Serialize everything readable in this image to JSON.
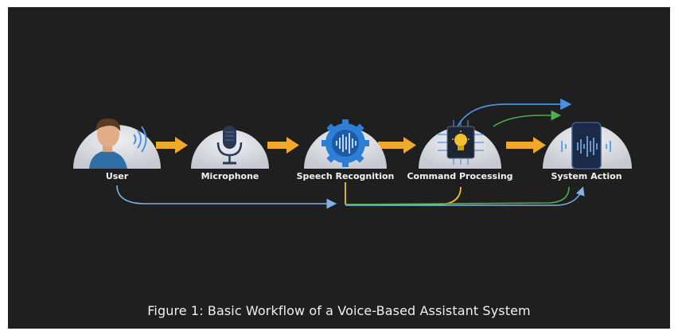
{
  "nodes": [
    {
      "id": "user",
      "label": "User",
      "icon": "user-speaking-icon"
    },
    {
      "id": "microphone",
      "label": "Microphone",
      "icon": "microphone-icon"
    },
    {
      "id": "speech",
      "label": "Speech Recognition",
      "icon": "gear-waveform-icon"
    },
    {
      "id": "command",
      "label": "Command Processing",
      "icon": "chip-lightbulb-icon"
    },
    {
      "id": "action",
      "label": "System Action",
      "icon": "smartphone-waveform-icon"
    }
  ],
  "caption": "Figure 1: Basic Workflow of a Voice-Based Assistant System",
  "colors": {
    "background": "#1f1f1f",
    "node_fill": "#d9dbe0",
    "arrow": "#f0a92a",
    "flow_blue": "#4a90e2",
    "flow_yellow": "#f2c12e",
    "flow_green": "#4caf50",
    "flow_lightblue": "#7fb2e5"
  }
}
